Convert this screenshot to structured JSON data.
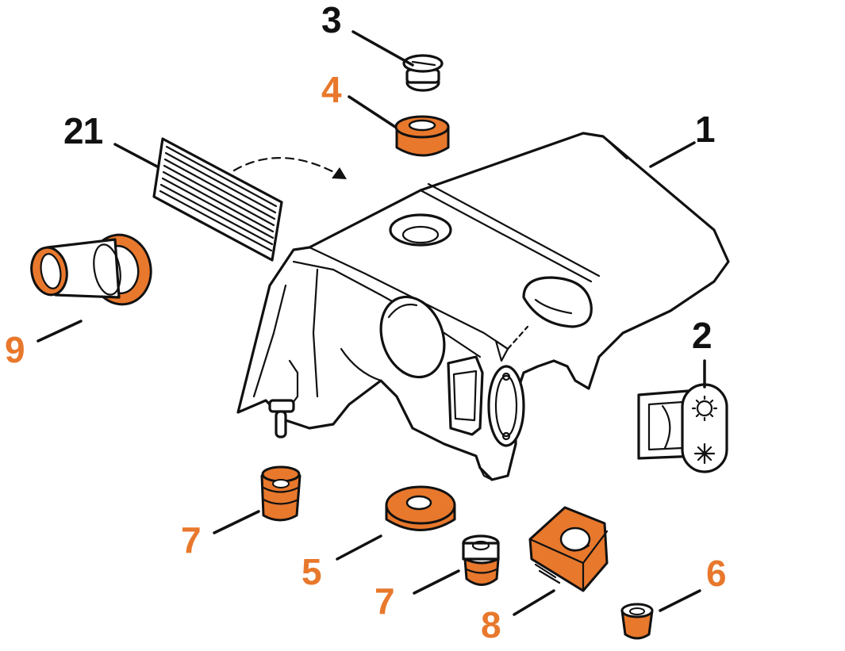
{
  "diagram": {
    "colors": {
      "outline": "#111111",
      "highlight": "#e8782c",
      "background": "#ffffff"
    },
    "callouts": [
      {
        "key": "1",
        "label": "1",
        "color": "black"
      },
      {
        "key": "2",
        "label": "2",
        "color": "black"
      },
      {
        "key": "3",
        "label": "3",
        "color": "black"
      },
      {
        "key": "4",
        "label": "4",
        "color": "orange"
      },
      {
        "key": "5",
        "label": "5",
        "color": "orange"
      },
      {
        "key": "6",
        "label": "6",
        "color": "orange"
      },
      {
        "key": "7a",
        "label": "7",
        "color": "orange"
      },
      {
        "key": "7b",
        "label": "7",
        "color": "orange"
      },
      {
        "key": "8",
        "label": "8",
        "color": "orange"
      },
      {
        "key": "9",
        "label": "9",
        "color": "orange"
      },
      {
        "key": "21",
        "label": "21",
        "color": "black"
      }
    ]
  }
}
